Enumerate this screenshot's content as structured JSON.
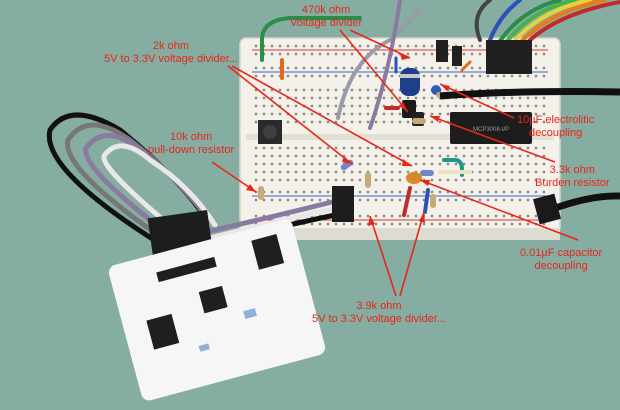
{
  "annotations": {
    "r2k": {
      "line1": "2k ohm",
      "line2": "5V to 3.3V voltage divider..."
    },
    "r470k": {
      "line1": "470k ohm",
      "line2": "Voltage divider"
    },
    "r10k": {
      "line1": "10k ohm",
      "line2": "pull-down resistor"
    },
    "c10uf": {
      "line1": "10µF electrolitic",
      "line2": "decoupling"
    },
    "r33k": {
      "line1": "3.3k ohm",
      "line2": "Burden resistor"
    },
    "c001uf": {
      "line1": "0.01µF capacitor",
      "line2": "decoupling"
    },
    "r39k": {
      "line1": "3.9k ohm",
      "line2": "5V to 3.3V voltage divider..."
    }
  },
  "chip_marking": "MCP3008-I/P",
  "colors": {
    "annotation": "#e8261a",
    "background": "#85ab a0",
    "breadboard": "#f1efe8"
  }
}
